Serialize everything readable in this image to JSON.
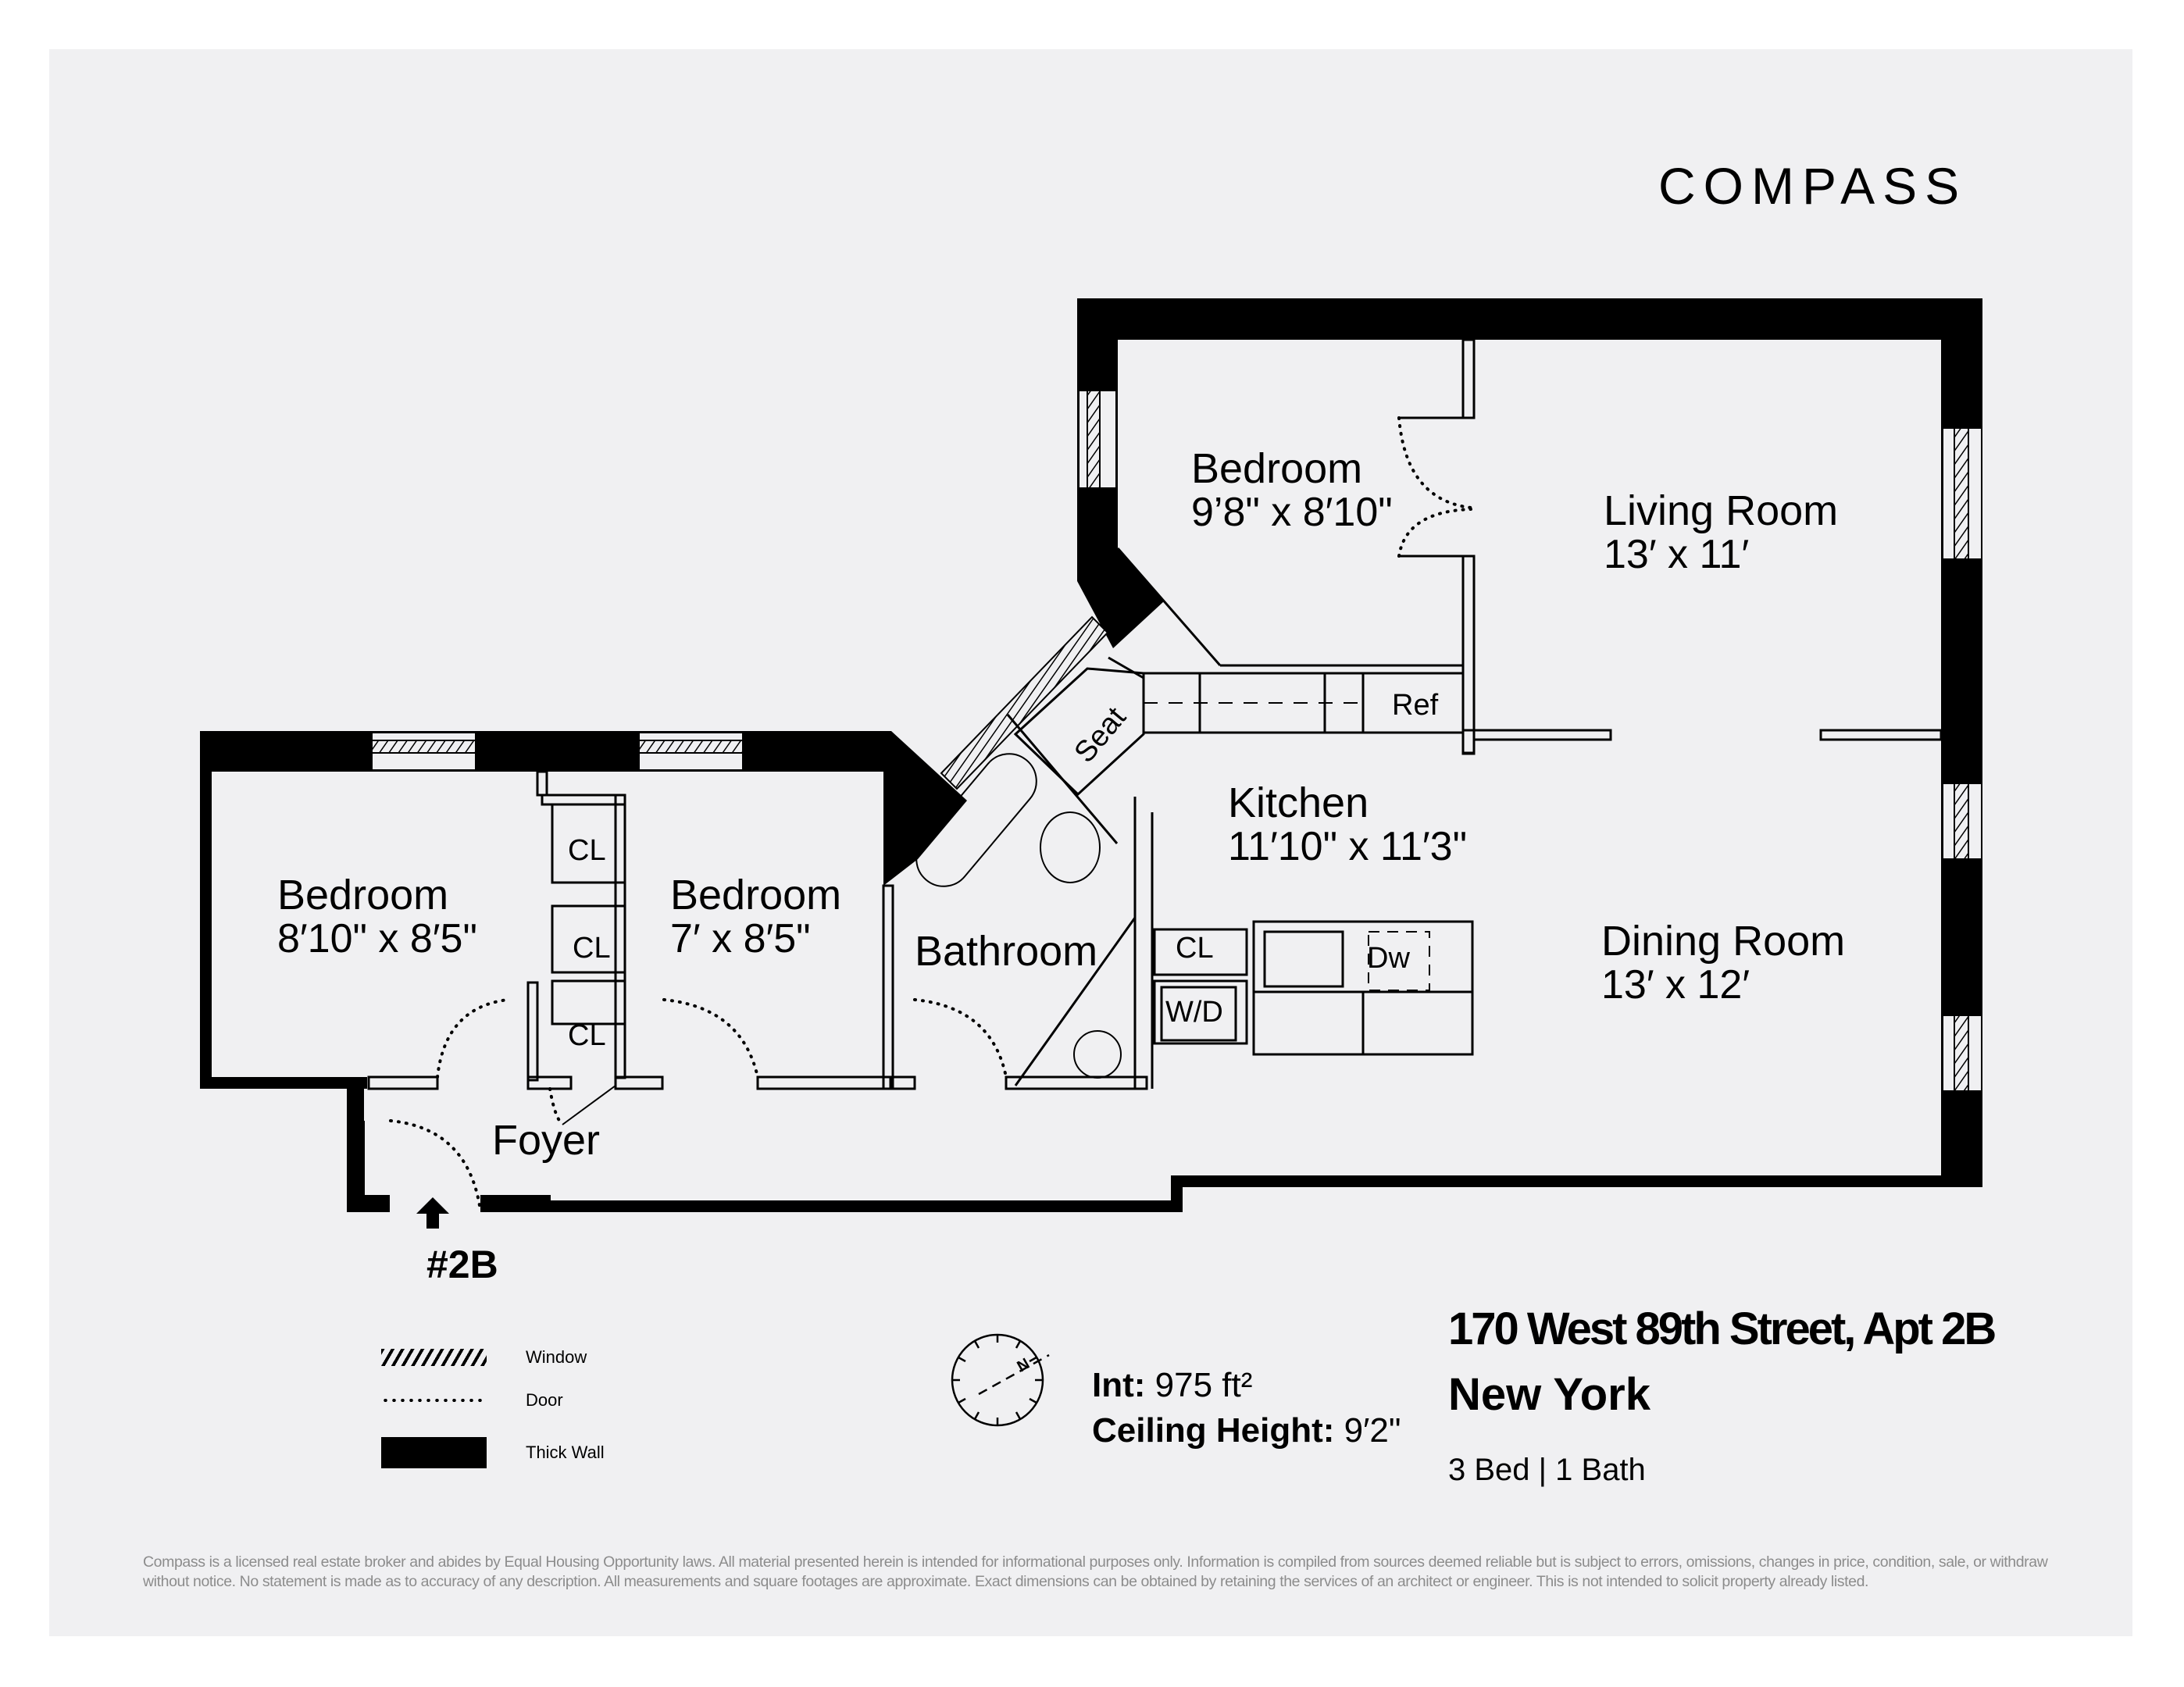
{
  "brand": {
    "logo_text": "COMPASS"
  },
  "rooms": [
    {
      "id": "bedroom-upper",
      "name": "Bedroom",
      "dims": "9’8\" x 8′10\""
    },
    {
      "id": "living-room",
      "name": "Living Room",
      "dims": "13′ x 11′"
    },
    {
      "id": "bedroom-left",
      "name": "Bedroom",
      "dims": "8′10\" x 8′5\""
    },
    {
      "id": "bedroom-middle",
      "name": "Bedroom",
      "dims": "7′ x 8′5\""
    },
    {
      "id": "bathroom",
      "name": "Bathroom",
      "dims": ""
    },
    {
      "id": "kitchen",
      "name": "Kitchen",
      "dims": "11′10\" x 11′3\""
    },
    {
      "id": "dining-room",
      "name": "Dining Room",
      "dims": "13′ x 12′"
    },
    {
      "id": "foyer",
      "name": "Foyer",
      "dims": ""
    }
  ],
  "fixtures": {
    "closet_1": "CL",
    "closet_2": "CL",
    "closet_3": "CL",
    "closet_kitchen": "CL",
    "washer_dryer": "W/D",
    "dishwasher": "Dw",
    "refrigerator": "Ref",
    "seat": "Seat"
  },
  "entry": {
    "label": "#2B"
  },
  "legend": [
    {
      "swatch": "window",
      "label": "Window"
    },
    {
      "swatch": "door",
      "label": "Door"
    },
    {
      "swatch": "thick-wall",
      "label": "Thick Wall"
    }
  ],
  "stats": {
    "interior_key": "Int:",
    "interior_value": "975 ft²",
    "ceiling_key": "Ceiling Height:",
    "ceiling_value": "9′2\""
  },
  "listing": {
    "address": "170 West 89th Street, Apt 2B",
    "city": "New York",
    "beds_baths": "3 Bed | 1 Bath"
  },
  "disclaimer": "Compass is a licensed real estate broker and abides by Equal Housing Opportunity laws. All material presented herein is intended for informational purposes only. Information is compiled from sources deemed reliable but is subject to errors, omissions, changes in price, condition, sale, or withdraw without notice. No statement is made as to accuracy of any description. All measurements and square footages are approximate. Exact dimensions can be obtained by retaining the services of an architect or engineer. This is not intended to solicit property already listed.",
  "colors": {
    "background": "#f0f0f2",
    "wall": "#000000",
    "disclaimer": "#8c8c8c"
  }
}
